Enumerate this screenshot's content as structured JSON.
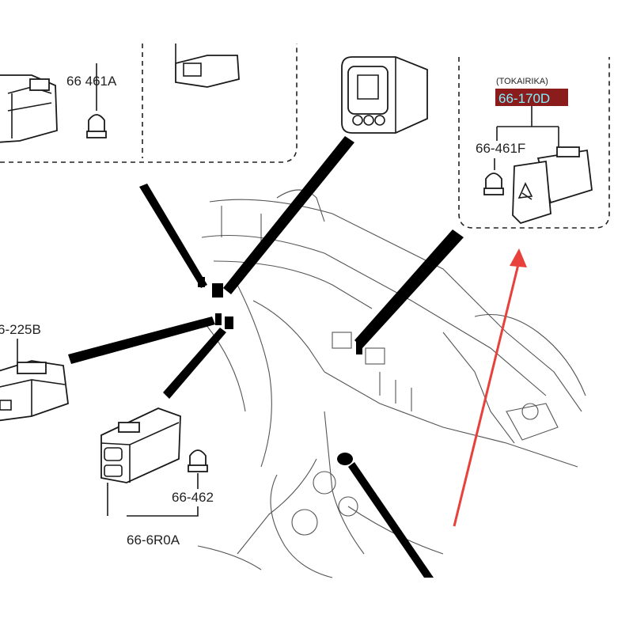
{
  "diagram": {
    "callout": {
      "supplier_label": "(TOKAIRIKA)",
      "part_number": "66-170D",
      "highlight_color": "#8b1c1c",
      "highlight_text_color": "#7ff0ff",
      "bulb_label": "66-461F"
    },
    "labels": {
      "top_left_bulb": "66 461A",
      "left_switch": "6-225B",
      "lower_bulb": "66-462",
      "lower_switch": "66-6R0A"
    },
    "annotation": {
      "arrow_color": "#e8403a"
    }
  }
}
